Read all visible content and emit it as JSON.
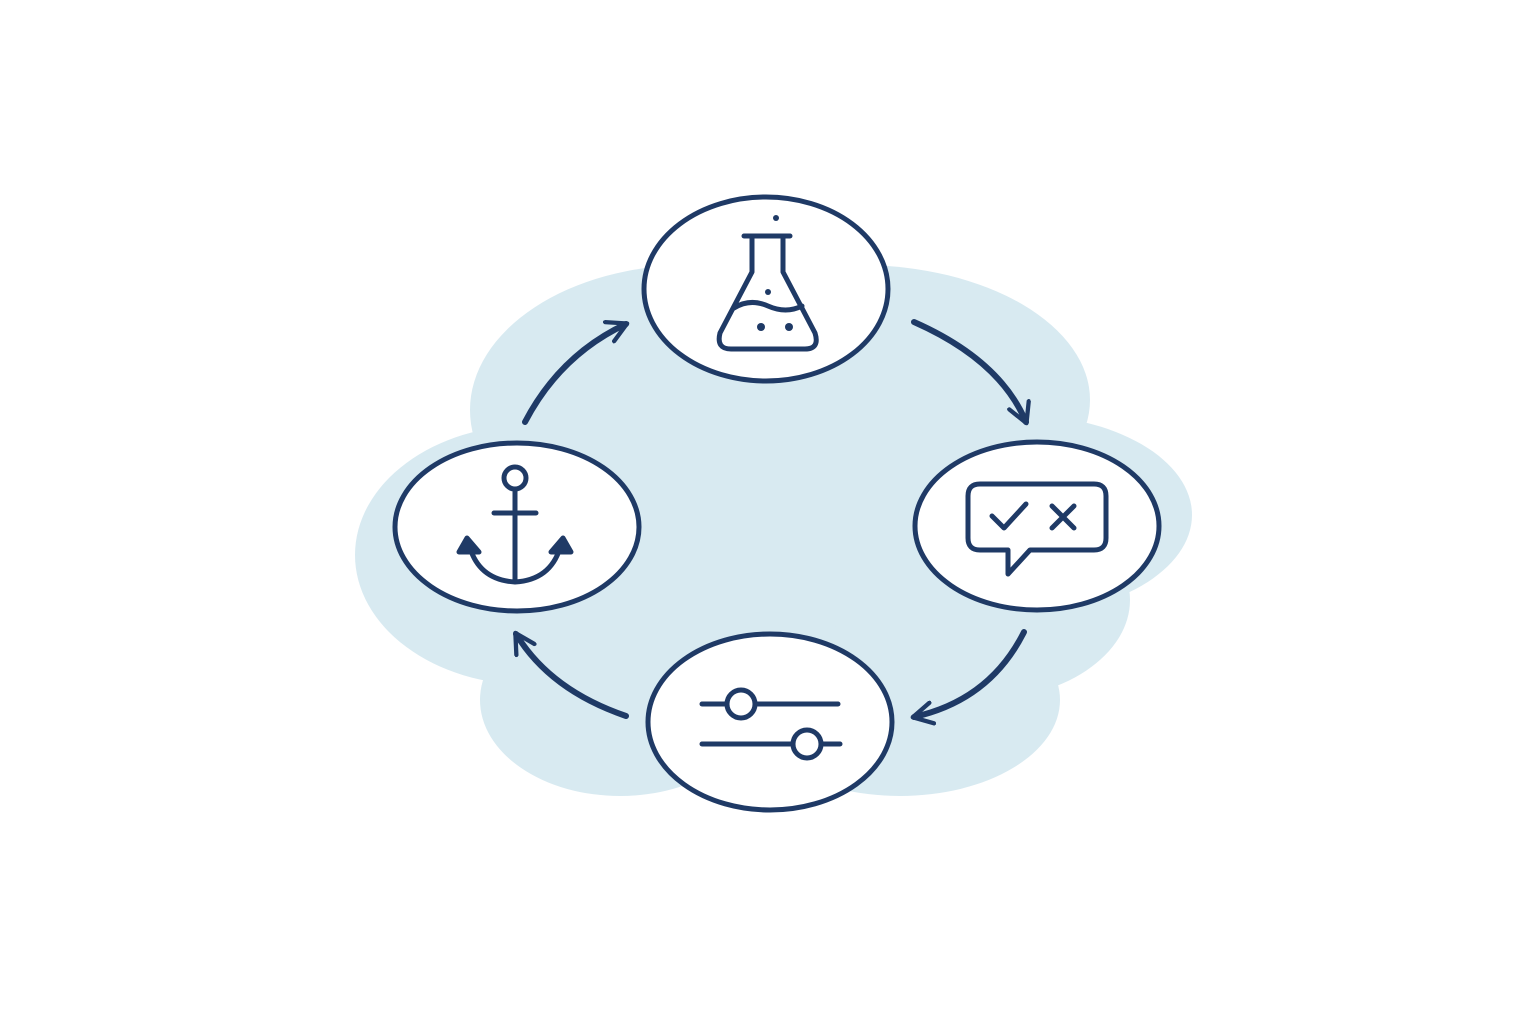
{
  "colors": {
    "background": "#ffffff",
    "cloud": "#d8eaf1",
    "ink": "#1f3a66",
    "node_fill": "#ffffff"
  },
  "nodes": [
    {
      "id": "experiment",
      "icon": "flask-icon"
    },
    {
      "id": "evaluate",
      "icon": "check-cross-speech-bubble-icon"
    },
    {
      "id": "adjust",
      "icon": "sliders-icon"
    },
    {
      "id": "anchor",
      "icon": "anchor-icon"
    }
  ],
  "flow": {
    "direction": "clockwise",
    "arrows": [
      {
        "from": "experiment",
        "to": "evaluate"
      },
      {
        "from": "evaluate",
        "to": "adjust"
      },
      {
        "from": "adjust",
        "to": "anchor"
      },
      {
        "from": "anchor",
        "to": "experiment"
      }
    ]
  }
}
